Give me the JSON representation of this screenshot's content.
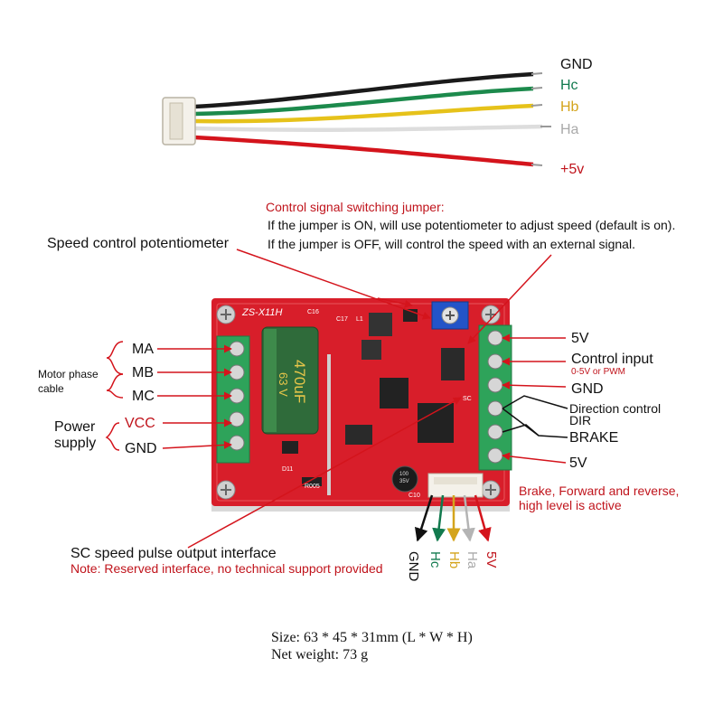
{
  "colors": {
    "red": "#d4141c",
    "dark_red": "#c0141c",
    "green": "#127a4e",
    "yellow": "#d4a41c",
    "gray": "#b4b4b4",
    "black": "#111111",
    "pcb": "#d81e2a",
    "terminal": "#2ea35a"
  },
  "icons": {
    "capacitor": "capacitor-icon",
    "potentiometer": "potentiometer-icon",
    "connector": "connector-icon",
    "screw_terminal": "screw-terminal-icon",
    "mounting_screw": "mounting-screw-icon",
    "chip": "chip-icon",
    "arrow": "arrow-icon"
  },
  "cable": {
    "labels": [
      "GND",
      "Hc",
      "Hb",
      "Ha",
      "+5v"
    ]
  },
  "board": {
    "model": "ZS-X11H",
    "capacitor_text_1": "470uF",
    "capacitor_text_2": "63 V",
    "silk_c16": "C16",
    "silk_c17": "C17",
    "silk_l1": "L1",
    "silk_d11": "D11",
    "silk_r005": "R005",
    "silk_c10": "C10",
    "silk_sc": "SC",
    "small_cap_1": "100",
    "small_cap_2": "35V"
  },
  "jumper": {
    "title": "Control signal switching jumper:",
    "line1": "If the jumper is ON, will use potentiometer to adjust speed (default is on).",
    "line2": "If  the jumper is OFF, will control the speed with an external signal."
  },
  "potentiometer_label": "Speed control potentiometer",
  "motor": {
    "ma": "MA",
    "mb": "MB",
    "mc": "MC",
    "caption": "Motor phase\ncable"
  },
  "power": {
    "caption": "Power\nsupply",
    "vcc": "VCC",
    "gnd": "GND"
  },
  "right_side": {
    "v5_top": "5V",
    "control_input": "Control input",
    "control_sub": "0-5V or PWM",
    "gnd": "GND",
    "direction": "Direction control",
    "dir": "DIR",
    "brake": "BRAKE",
    "v5_bottom": "5V",
    "note_line1": "Brake, Forward and reverse,",
    "note_line2": "high level is active"
  },
  "bottom_pins": [
    "GND",
    "Hc",
    "Hb",
    "Ha",
    "5V"
  ],
  "sc": {
    "label": "SC speed pulse output interface",
    "note": "Note: Reserved interface, no technical support provided"
  },
  "specs": {
    "size": "Size: 63 * 45 * 31mm (L * W * H)",
    "weight": "Net weight: 73 g"
  }
}
